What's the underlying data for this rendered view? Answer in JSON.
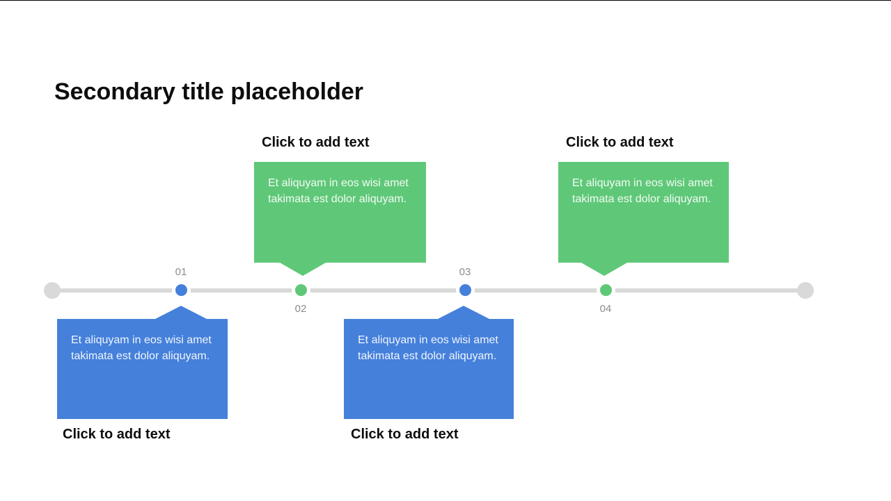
{
  "slide": {
    "title": "Secondary title placeholder"
  },
  "timeline": {
    "track_color": "#D9D9D9",
    "endpoint_color": "#D9D9D9",
    "label_color": "#8C8C8C",
    "steps": [
      {
        "label": "01",
        "dot_color": "#4580DB",
        "label_position": "above"
      },
      {
        "label": "02",
        "dot_color": "#5FC878",
        "label_position": "below"
      },
      {
        "label": "03",
        "dot_color": "#4580DB",
        "label_position": "above"
      },
      {
        "label": "04",
        "dot_color": "#5FC878",
        "label_position": "below"
      }
    ]
  },
  "callouts": [
    {
      "heading": "Click to add text",
      "body": "Et aliquyam in eos wisi amet takimata est dolor aliquyam.",
      "color": "#5FC878",
      "pointer": "down",
      "step": "02"
    },
    {
      "heading": "Click to add text",
      "body": "Et aliquyam in eos wisi amet takimata est dolor aliquyam.",
      "color": "#5FC878",
      "pointer": "down",
      "step": "04"
    },
    {
      "heading": "Click to add text",
      "body": "Et aliquyam in eos wisi amet takimata est dolor aliquyam.",
      "color": "#4580DB",
      "pointer": "up",
      "step": "01"
    },
    {
      "heading": "Click to add text",
      "body": "Et aliquyam in eos wisi amet takimata est dolor aliquyam.",
      "color": "#4580DB",
      "pointer": "up",
      "step": "03"
    }
  ]
}
